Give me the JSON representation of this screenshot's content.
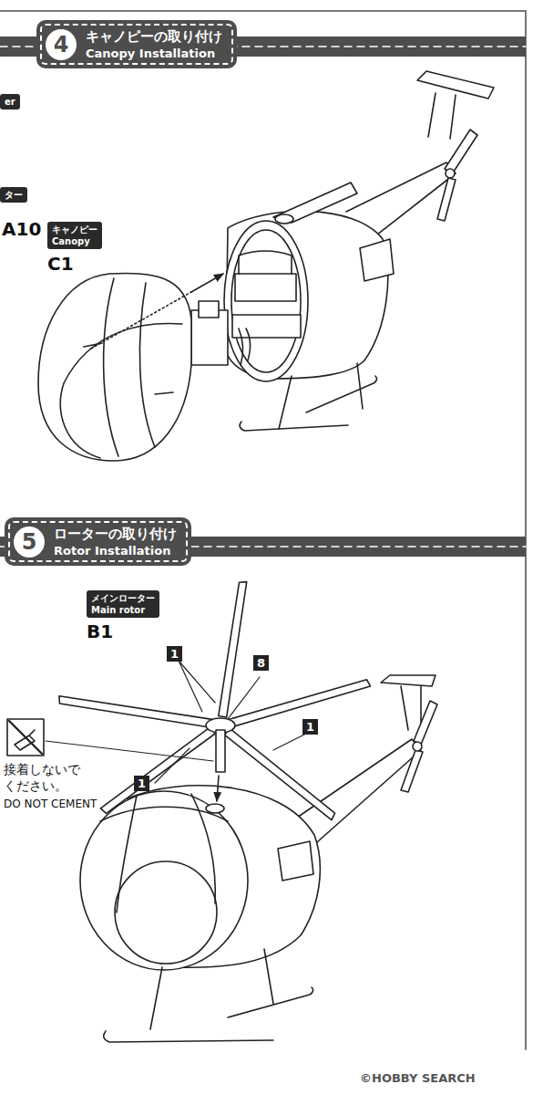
{
  "diagram": {
    "nodes": [
      {
        "text": [
          "4",
          "キャノピーの取り付け",
          "Canopy Installation"
        ]
      },
      {
        "text": [
          "er"
        ]
      },
      {
        "text": [
          "ター"
        ]
      },
      {
        "text": [
          "キャノピー",
          "Canopy"
        ]
      },
      {
        "text": [
          "5",
          "ローターの取り付け",
          "Rotor Installation"
        ]
      },
      {
        "text": [
          "メインローター",
          "Main rotor"
        ]
      },
      {
        "text": [
          "1"
        ]
      },
      {
        "text": [
          "8"
        ]
      },
      {
        "text": [
          "1"
        ]
      },
      {
        "text": [
          "1"
        ]
      }
    ],
    "labels": [
      "A10",
      "C1",
      "B1",
      "接着しないで ください。",
      "DO NOT CEMENT",
      "©HOBBY SEARCH"
    ]
  }
}
